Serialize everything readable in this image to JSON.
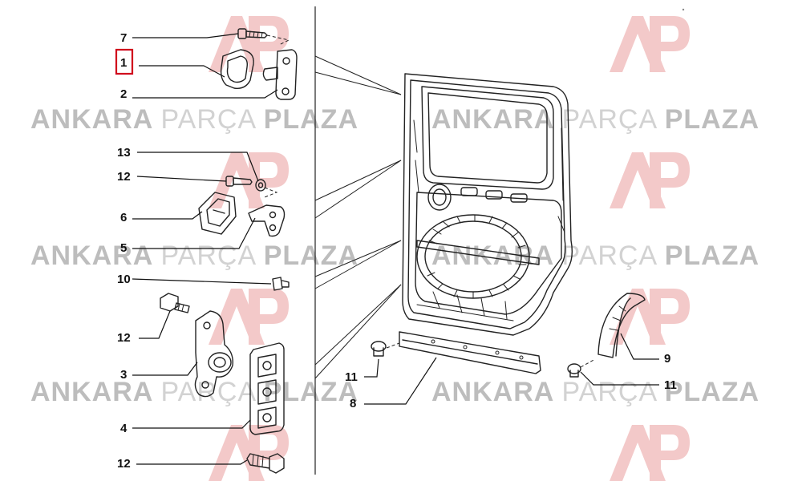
{
  "watermark": {
    "word_bold_1": "ANKARA",
    "word_light": "PARÇA",
    "word_bold_2": "PLAZA",
    "logo_letters": "AP",
    "color_dark": "#bdbdbd",
    "color_light": "#d2d2d2",
    "logo_color": "#f3c9c9"
  },
  "highlight_color": "#d0021b",
  "callouts": {
    "c7": "7",
    "c1": "1",
    "c2": "2",
    "c13": "13",
    "c12a": "12",
    "c6": "6",
    "c5": "5",
    "c10": "10",
    "c12b": "12",
    "c3": "3",
    "c4": "4",
    "c12c": "12",
    "c11a": "11",
    "c8": "8",
    "c9": "9",
    "c11b": "11"
  }
}
